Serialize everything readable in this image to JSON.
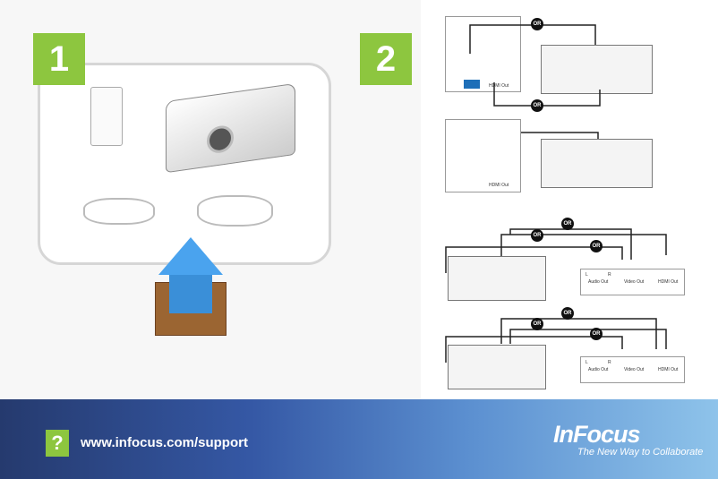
{
  "step1": {
    "number": "1"
  },
  "step2": {
    "number": "2"
  },
  "diagram": {
    "or_label": "OR",
    "hdmi_out": "HDMI Out",
    "audio_out": "Audio Out",
    "video_out": "Video Out",
    "left": "L",
    "right": "R"
  },
  "footer": {
    "help_icon": "?",
    "url": "www.infocus.com/support",
    "logo": "InFocus",
    "tagline": "The New Way to Collaborate"
  },
  "colors": {
    "accent": "#8dc63f",
    "banner_dark": "#253a6e",
    "banner_light": "#8ec3ea"
  }
}
